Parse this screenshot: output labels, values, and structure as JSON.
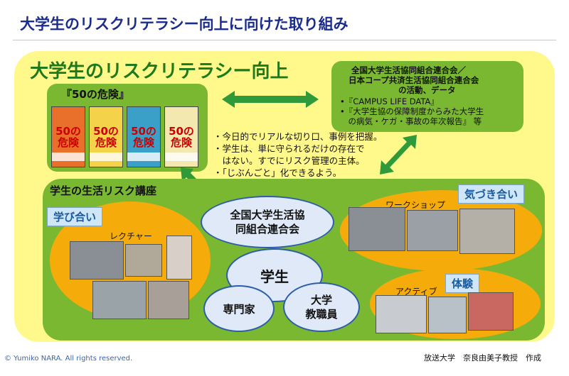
{
  "title": "大学生のリスクリテラシー向上に向けた取り組み",
  "main": {
    "heading": "大学生のリスクリテラシー向上",
    "book_section_title": "『50の危険』",
    "book_cover_text": "50の危険",
    "points": [
      "・今日的でリアルな切り口、事例を把握。",
      "・学生は、単に守られるだけの存在で",
      "　はない。すでにリスク管理の主体。",
      "・「じぶんごと」化できるよう。"
    ],
    "info": {
      "lines": [
        "全国大学生活協同組合連合会／",
        "日本コープ共済生活協同組合連合会",
        "の活動、データ",
        "•『CAMPUS LIFE DATA』",
        "•『大学生協の保障制度からみた大学生",
        "　の病気・ケガ・事故の年次報告』 等"
      ]
    }
  },
  "risk": {
    "label": "学生の生活リスク講座",
    "manabiai": "学び合い",
    "lecture_label": "レクチャー",
    "workshop_label": "ワークショップ",
    "kizukiai": "気づき合い",
    "active_label": "アクティブ",
    "taiken": "体験",
    "center": "学生",
    "coop": "全国大学生活協\n同組合連合会",
    "expert": "専門家",
    "faculty": "大学\n教職員"
  },
  "footer": {
    "copyright": "© Yumiko NARA. All rights reserved.",
    "author": "放送大学　奈良由美子教授　作成"
  },
  "colors": {
    "title": "#1a2c8c",
    "main_bg": "#fff88a",
    "green": "#7ab832",
    "orange": "#f5ac0a",
    "arrow": "#2f9a3a"
  }
}
